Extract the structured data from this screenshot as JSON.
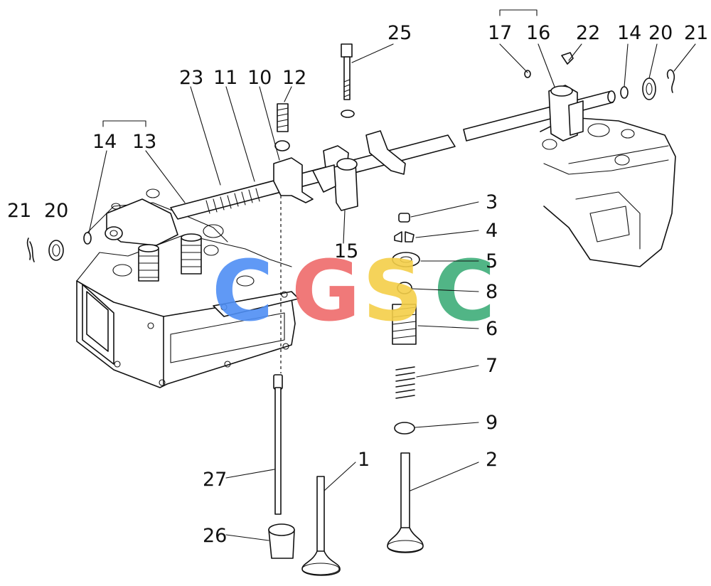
{
  "watermark": {
    "letters": [
      "C",
      "G",
      "S",
      "C"
    ],
    "colors": [
      "#4f8ff5",
      "#ef6b6b",
      "#f4cf49",
      "#3fae79"
    ]
  },
  "labels": {
    "l1": "1",
    "l2": "2",
    "l3": "3",
    "l4": "4",
    "l5": "5",
    "l6": "6",
    "l7": "7",
    "l8": "8",
    "l9": "9",
    "l10": "10",
    "l11": "11",
    "l12": "12",
    "l13": "13",
    "l14_left": "14",
    "l14_right": "14",
    "l15": "15",
    "l16": "16",
    "l17": "17",
    "l20_left": "20",
    "l20_right": "20",
    "l21_left": "21",
    "l21_right": "21",
    "l22": "22",
    "l23": "23",
    "l25": "25",
    "l26": "26",
    "l27": "27"
  }
}
